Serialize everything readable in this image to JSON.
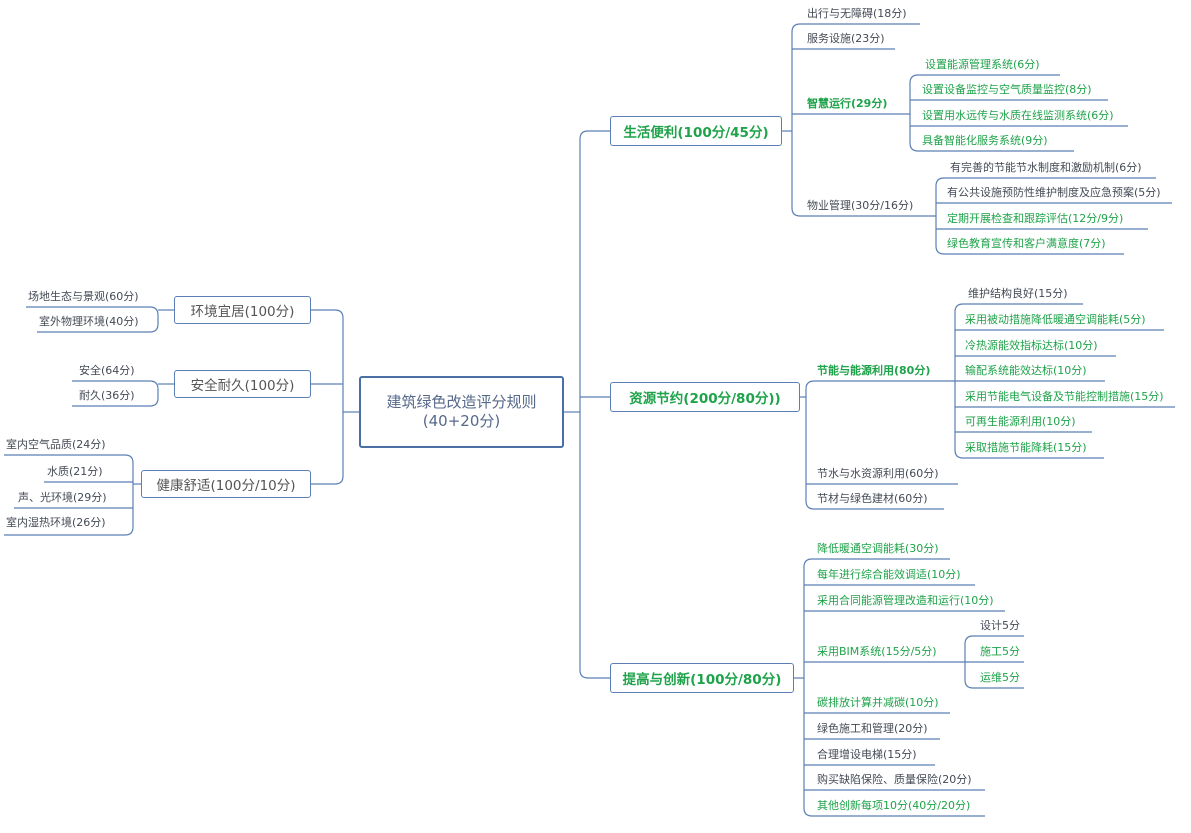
{
  "root": {
    "line1": "建筑绿色改造评分规则",
    "line2": "(40+20分)"
  },
  "branches": {
    "life": {
      "label": "生活便利(100分/45分)"
    },
    "resource": {
      "label": "资源节约(200分/80分))"
    },
    "innovation": {
      "label": "提高与创新(100分/80分)"
    },
    "env": {
      "label": "环境宜居(100分)"
    },
    "safety": {
      "label": "安全耐久(100分)"
    },
    "health": {
      "label": "健康舒适(100分/10分)"
    }
  },
  "life": {
    "travel": "出行与无障碍(18分)",
    "service": "服务设施(23分)",
    "smart": "智慧运行(29分)",
    "smart_items": [
      "设置能源管理系统(6分)",
      "设置设备监控与空气质量监控(8分)",
      "设置用水远传与水质在线监测系统(6分)",
      "具备智能化服务系统(9分)"
    ],
    "property": "物业管理(30分/16分)",
    "property_items": [
      "有完善的节能节水制度和激励机制(6分)",
      "有公共设施预防性维护制度及应急预案(5分)",
      "定期开展检查和跟踪评估(12分/9分)",
      "绿色教育宣传和客户满意度(7分)"
    ]
  },
  "resource": {
    "energy": "节能与能源利用(80分)",
    "energy_items": [
      "维护结构良好(15分)",
      "采用被动措施降低暖通空调能耗(5分)",
      "冷热源能效指标达标(10分)",
      "输配系统能效达标(10分)",
      "采用节能电气设备及节能控制措施(15分)",
      "可再生能源利用(10分)",
      "采取措施节能降耗(15分)"
    ],
    "water": "节水与水资源利用(60分)",
    "material": "节材与绿色建材(60分)"
  },
  "innovation": {
    "items": [
      "降低暖通空调能耗(30分)",
      "每年进行综合能效调适(10分)",
      "采用合同能源管理改造和运行(10分)"
    ],
    "bim": "采用BIM系统(15分/5分)",
    "bim_items": [
      "设计5分",
      "施工5分",
      "运维5分"
    ],
    "items2": [
      "碳排放计算并减碳(10分)",
      "绿色施工和管理(20分)",
      "合理增设电梯(15分)",
      "购买缺陷保险、质量保险(20分)",
      "其他创新每项10分(40分/20分)"
    ]
  },
  "env": {
    "items": [
      "场地生态与景观(60分)",
      "室外物理环境(40分)"
    ]
  },
  "safety": {
    "items": [
      "安全(64分)",
      "耐久(36分)"
    ]
  },
  "health": {
    "items": [
      "室内空气品质(24分)",
      "水质(21分)",
      "声、光环境(29分)",
      "室内湿热环境(26分)"
    ]
  },
  "colors": {
    "line": "#5b7fb5",
    "text": "#444a55",
    "accent": "#1fa34a"
  }
}
